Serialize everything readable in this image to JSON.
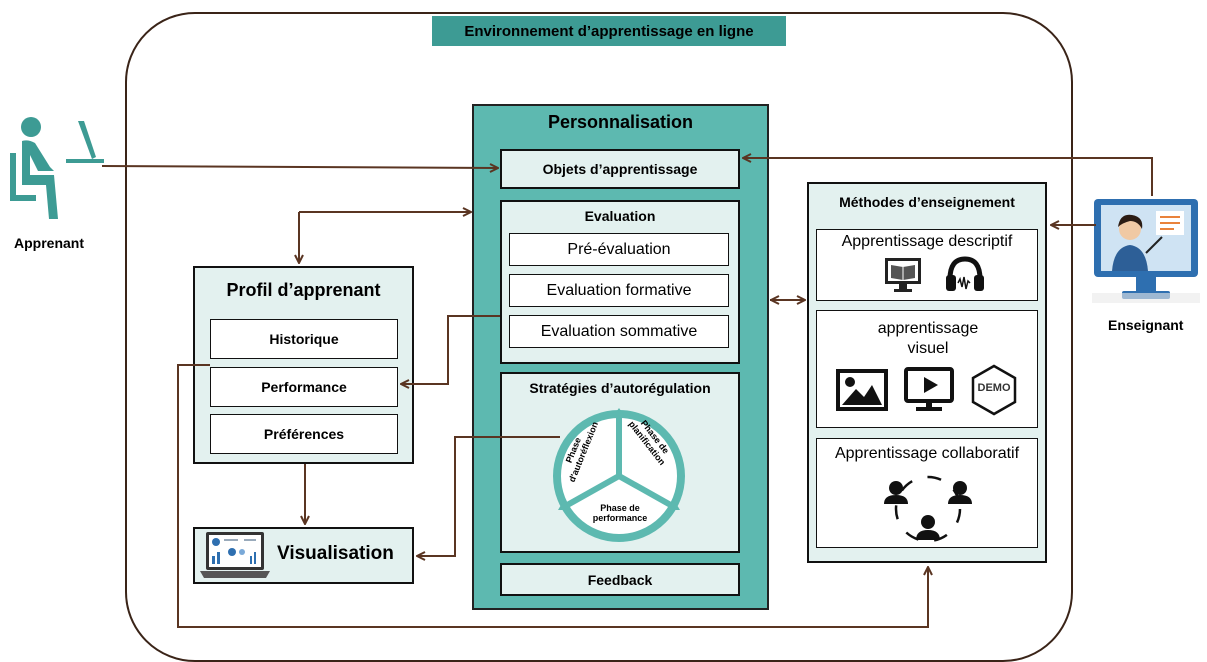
{
  "environment": {
    "title": "Environnement  d’apprentissage  en ligne"
  },
  "actors": {
    "learner": "Apprenant",
    "teacher": "Enseignant"
  },
  "personnalisation": {
    "title": "Personnalisation",
    "learning_objects": "Objets d’apprentissage",
    "evaluation": {
      "title": "Evaluation",
      "items": [
        "Pré-évaluation",
        "Evaluation formative",
        "Evaluation sommative"
      ]
    },
    "strategies": {
      "title": "Stratégies d’autorégulation",
      "phases": [
        "Phase de planification",
        "Phase de performance",
        "Phase d'autoréflexion"
      ]
    },
    "feedback": "Feedback"
  },
  "profile": {
    "title": "Profil d’apprenant",
    "items": [
      "Historique",
      "Performance",
      "Préférences"
    ]
  },
  "visualisation": "Visualisation",
  "methods": {
    "title": "Méthodes  d’enseignement",
    "descriptive": "Apprentissage descriptif",
    "visual": "apprentissage visuel",
    "demo_label": "DEMO",
    "collaborative": "Apprentissage collaboratif"
  },
  "colors": {
    "teal": "#5db9b0",
    "teal_dark": "#3d9b94",
    "light": "#e3f1ef",
    "arrow": "#5a3522"
  },
  "icons": [
    "learner-at-desk-icon",
    "teacher-screen-icon",
    "book-monitor-icon",
    "headphones-icon",
    "image-icon",
    "video-icon",
    "demo-badge-icon",
    "group-icon",
    "dashboard-laptop-icon",
    "cycle-wheel-icon"
  ]
}
